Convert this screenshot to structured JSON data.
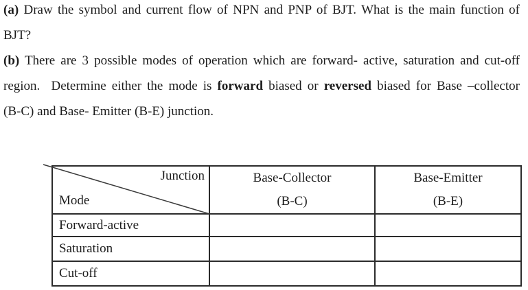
{
  "page": {
    "background_color": "#ffffff",
    "text_color": "#1c1c1c",
    "table_border_color": "#2b2b2b"
  },
  "question_a": {
    "label": "(a)",
    "line1_rest": " Draw the symbol and current flow of NPN and PNP of BJT. What is the main function of",
    "line2": "BJT?"
  },
  "question_b": {
    "label": "(b)",
    "line1_rest": " There are 3 possible modes of operation which are forward- active, saturation and cut-off",
    "line2_pre": "region.  Determine either the mode is ",
    "line2_bold1": "forward",
    "line2_mid": " biased or ",
    "line2_bold2": "reversed",
    "line2_post": " biased for Base –collector",
    "line3": "(B-C) and Base- Emitter (B-E) junction."
  },
  "table": {
    "header": {
      "junction_label": "Junction",
      "mode_label": "Mode",
      "col_bc_line1": "Base-Collector",
      "col_bc_line2": "(B-C)",
      "col_be_line1": "Base-Emitter",
      "col_be_line2": "(B-E)"
    },
    "rows": [
      {
        "mode": "Forward-active",
        "bc": "",
        "be": ""
      },
      {
        "mode": "Saturation",
        "bc": "",
        "be": ""
      },
      {
        "mode": "Cut-off",
        "bc": "",
        "be": ""
      }
    ]
  }
}
